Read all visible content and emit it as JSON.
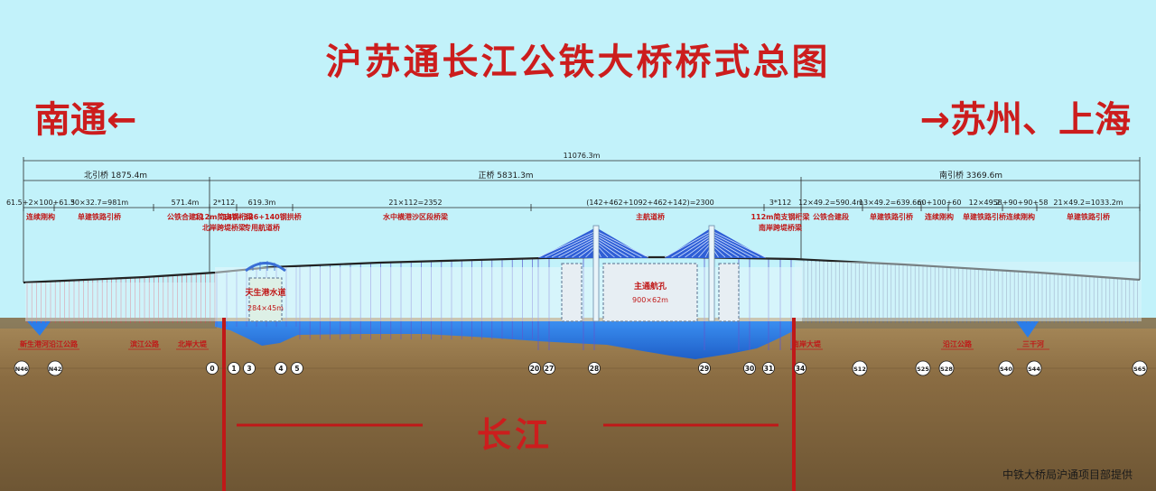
{
  "title": "沪苏通长江公铁大桥桥式总图",
  "direction_left": "南通←",
  "direction_right": "→苏州、上海",
  "river_label": "长江",
  "credit": "中铁大桥局沪通项目部提供",
  "total_length": "11076.3m",
  "sections": {
    "north": "北引桥 1875.4m",
    "main": "正桥 5831.3m",
    "south": "南引桥 3369.6m"
  },
  "spans": [
    {
      "label": "61.5+2×100+61.5",
      "type": "连续刚构"
    },
    {
      "label": "30×32.7=981m",
      "type": "单建铁路引桥"
    },
    {
      "label": "571.4m",
      "type": "公铁合建段"
    },
    {
      "label": "2*112",
      "type": "112m简支钢桁梁\n北岸跨堤桥梁"
    },
    {
      "label": "619.3m",
      "type": "140+336+140钢拱桥\n专用航道桥"
    },
    {
      "label": "21×112=2352",
      "type": "水中横港沙区段桥梁"
    },
    {
      "label": "(142+462+1092+462+142)=2300",
      "type": "主航道桥"
    },
    {
      "label": "3*112",
      "type": "112m简支钢桁梁\n南岸跨堤桥梁"
    },
    {
      "label": "12×49.2=590.4m",
      "type": "公铁合建段"
    },
    {
      "label": "13×49.2=639.6m",
      "type": "单建铁路引桥"
    },
    {
      "label": "60+100+60",
      "type": "连续刚构"
    },
    {
      "label": "12×49.2",
      "type": "单建铁路引桥"
    },
    {
      "label": "58+90+90+58",
      "type": "连续刚构"
    },
    {
      "label": "21×49.2=1033.2m",
      "type": "单建铁路引桥"
    }
  ],
  "channels": {
    "tiansheng": {
      "name": "天生港水道",
      "size": "284×45m"
    },
    "main": {
      "name": "主通航孔",
      "size": "900×62m"
    }
  },
  "roads": [
    "新生港河",
    "沿江公路",
    "滨江公路",
    "北岸大堤",
    "南岸大堤",
    "沿江公路",
    "三干河"
  ],
  "piers": [
    "N46",
    "N42",
    "0",
    "1",
    "3",
    "4",
    "5",
    "20",
    "27",
    "28",
    "29",
    "30",
    "31",
    "34",
    "S12",
    "S25",
    "S28",
    "S40",
    "S44",
    "S65"
  ],
  "colors": {
    "sky": "#c2f2fa",
    "red": "#cc1d1d",
    "water": "#2b7de9",
    "ground": "#8a6c42"
  }
}
